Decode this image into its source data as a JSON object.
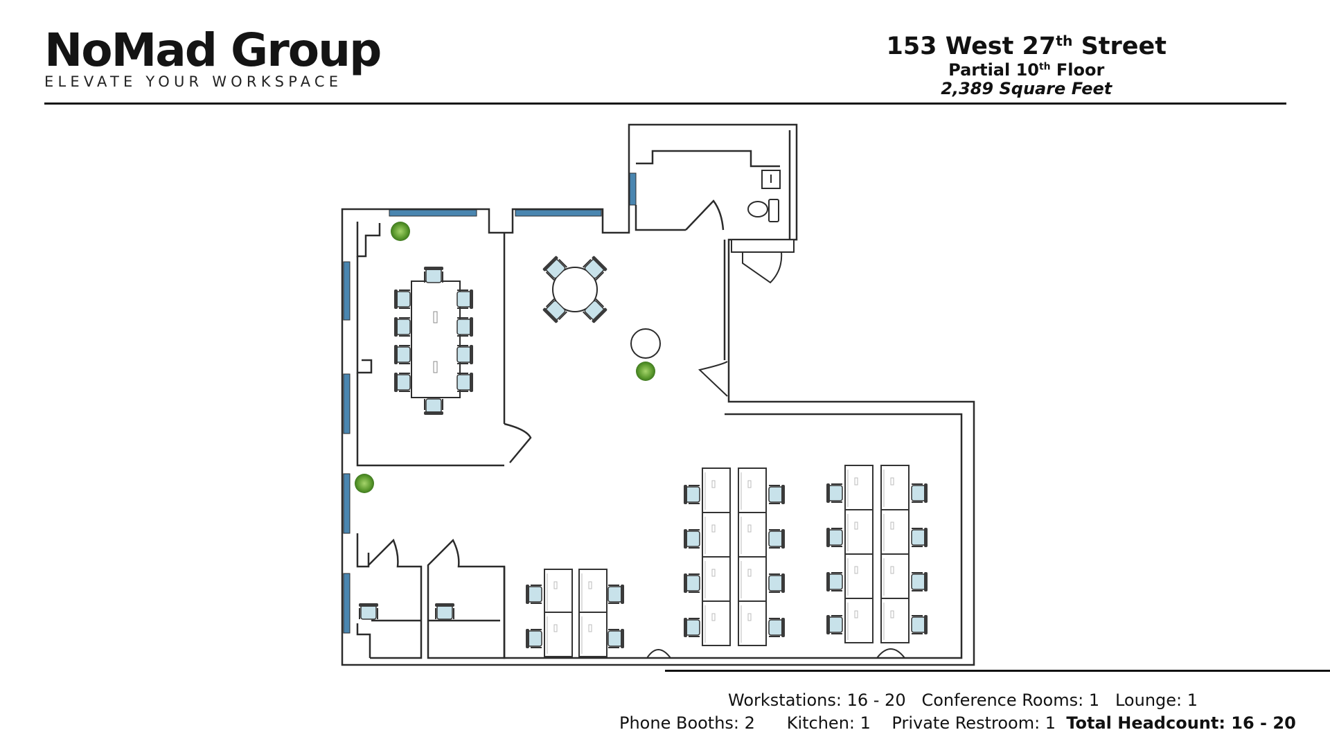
{
  "brand": {
    "name": "NoMad Group",
    "tagline": "ELEVATE YOUR WORKSPACE"
  },
  "address": {
    "street_prefix": "153 West 27",
    "street_sup": "th",
    "street_suffix": " Street",
    "floor_prefix": "Partial 10",
    "floor_sup": "th",
    "floor_suffix": " Floor",
    "area": "2,389 Square Feet"
  },
  "stats": {
    "workstations": "Workstations: 16 - 20",
    "conference_rooms": "Conference Rooms: 1",
    "lounge": "Lounge: 1",
    "phone_booths": "Phone Booths: 2",
    "kitchen": "Kitchen: 1",
    "private_restroom": "Private Restroom: 1",
    "total_headcount": "Total Headcount: 16 - 20"
  },
  "colors": {
    "wall": "#2b2b2b",
    "window": "#4a86b0",
    "chair": "#c8e2ea",
    "plant": "#6fae3a"
  }
}
